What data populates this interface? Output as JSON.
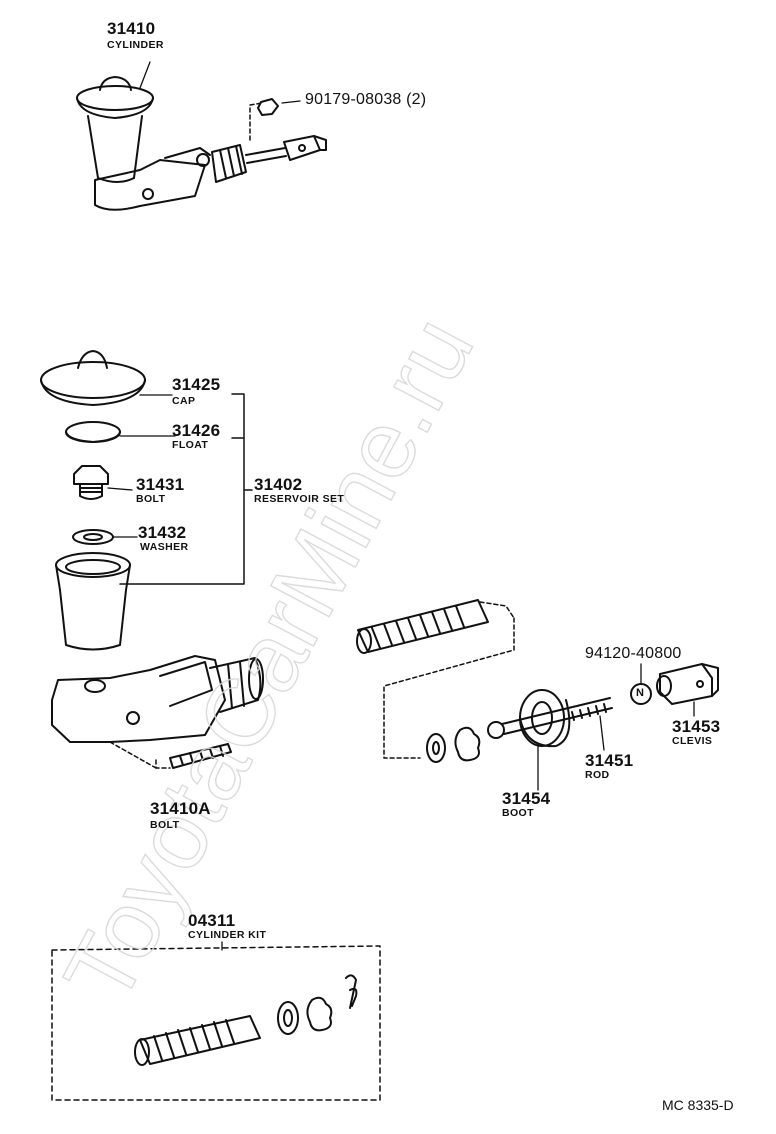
{
  "diagram": {
    "watermark": "ToyotaCarMine.ru",
    "reference": "MC 8335-D",
    "parts": {
      "cylinder": {
        "number": "31410",
        "name": "CYLINDER"
      },
      "nut": {
        "number": "90179-08038 (2)"
      },
      "cap": {
        "number": "31425",
        "name": "CAP"
      },
      "float": {
        "number": "31426",
        "name": "FLOAT"
      },
      "bolt_reservoir": {
        "number": "31431",
        "name": "BOLT"
      },
      "reservoir_set": {
        "number": "31402",
        "name": "RESERVOIR SET"
      },
      "washer": {
        "number": "31432",
        "name": "WASHER"
      },
      "stud_bolt": {
        "number": "31410A",
        "name": "BOLT"
      },
      "nut_n": {
        "number": "94120-40800",
        "symbol": "N"
      },
      "clevis": {
        "number": "31453",
        "name": "CLEVIS"
      },
      "rod": {
        "number": "31451",
        "name": "ROD"
      },
      "boot": {
        "number": "31454",
        "name": "BOOT"
      },
      "cylinder_kit": {
        "number": "04311",
        "name": "CYLINDER KIT"
      }
    }
  }
}
